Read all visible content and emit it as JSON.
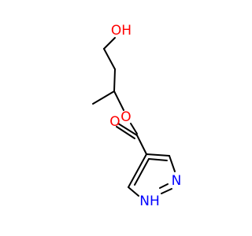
{
  "molecule": {
    "atoms": {
      "hydroxyl": "OH",
      "ester_oxygen": "O",
      "carbonyl_oxygen": "O",
      "ring_nitrogen": "N",
      "ring_nh": "NH"
    },
    "colors": {
      "oxygen": "#ff0000",
      "nitrogen": "#0000ff",
      "bond": "#000000"
    }
  }
}
